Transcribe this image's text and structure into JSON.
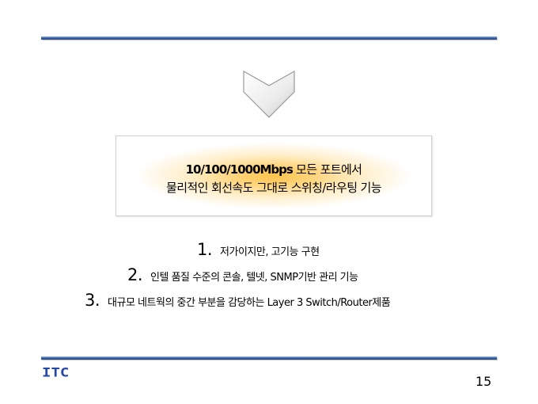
{
  "callout": {
    "line1_bold": "10/100/1000Mbps",
    "line1_rest": " 모든 포트에서",
    "line2": "물리적인 회선속도 그대로 스위칭/라우팅 기능"
  },
  "list": [
    {
      "num": "1.",
      "text": "저가이지만, 고기능 구현"
    },
    {
      "num": "2.",
      "text": "인텔 품질 수준의 콘솔, 텔넷, SNMP기반 관리 기능"
    },
    {
      "num": "3.",
      "text": "대규모 네트웍의 중간 부분을 감당하는 Layer 3 Switch/Router제품"
    }
  ],
  "footer": {
    "logo": "ITC",
    "page_number": "15"
  },
  "colors": {
    "rule": "#3f6aa8",
    "logo": "#2447a8",
    "highlight": "#ffc34a"
  },
  "icons": {
    "arrow": "down-arrow-icon"
  }
}
